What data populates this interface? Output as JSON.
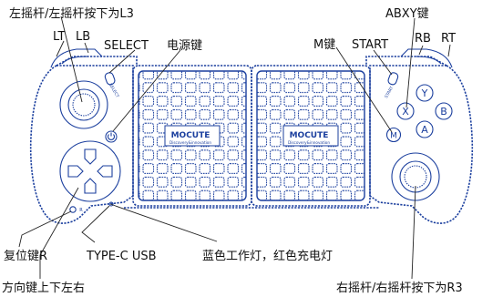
{
  "colors": {
    "outline": "#1b3f9e",
    "label": "#111111",
    "background": "#ffffff"
  },
  "icons": {
    "face_buttons": [
      "Y",
      "X",
      "B",
      "A"
    ],
    "m_button": "M",
    "dpad": "directional-pad",
    "home": "power-icon"
  },
  "labels": {
    "left_stick": "左摇杆/左摇杆按下为L3",
    "lt": "LT",
    "lb": "LB",
    "select": "SELECT",
    "power": "电源键",
    "m_key": "M键",
    "start": "START",
    "abxy": "ABXY键",
    "rb": "RB",
    "rt": "RT",
    "reset": "复位键R",
    "usb": "TYPE-C USB",
    "led": "蓝色工作灯，红色充电灯",
    "dpad": "方向键上下左右",
    "right_stick": "右摇杆/右摇杆按下为R3"
  },
  "device_text": {
    "brand": "MOCUTE",
    "slogan": "Discovery&innovation",
    "select_print": "SELECT",
    "start_print": "START",
    "reset_print": "R"
  }
}
